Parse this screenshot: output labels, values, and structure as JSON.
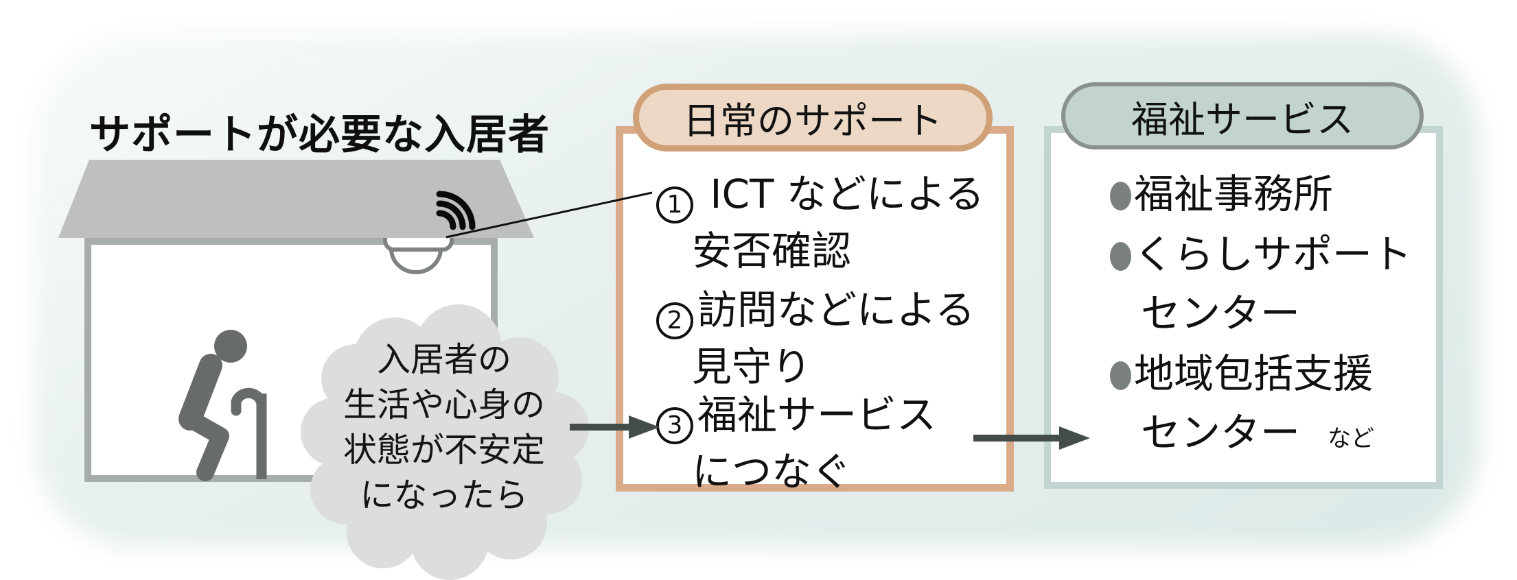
{
  "title": "サポートが必要な入居者",
  "cloud": {
    "lines": [
      "入居者の",
      "生活や心身の",
      "状態が不安定",
      "になったら"
    ]
  },
  "daily_support": {
    "header": "日常のサポート",
    "items": [
      {
        "num": "1",
        "line1": " ICT などによる",
        "line2": "安否確認"
      },
      {
        "num": "2",
        "line1": "訪問などによる",
        "line2": "見守り"
      },
      {
        "num": "3",
        "line1": "福祉サービス",
        "line2": "につなぐ"
      }
    ]
  },
  "welfare_services": {
    "header": "福祉サービス",
    "items": [
      {
        "label": "福祉事務所"
      },
      {
        "label": "くらしサポート",
        "label2": "センター"
      },
      {
        "label": "地域包括支援",
        "label2": "センター",
        "suffix": "など"
      }
    ]
  },
  "colors": {
    "panel_bg": "#e3edec",
    "roof": "#bebfbf",
    "house_border": "#a7acac",
    "figure": "#676b6a",
    "sensor_outline": "#7e8282",
    "cloud_fill": "#dcdddd",
    "support_box_border": "#d9ab88",
    "support_pill_bg": "#ecd8c5",
    "support_pill_border": "#d0a076",
    "welfare_box_border": "#c3d5d2",
    "welfare_pill_bg": "#c3d4d0",
    "welfare_pill_border": "#8a918f",
    "arrow": "#454d4b"
  }
}
